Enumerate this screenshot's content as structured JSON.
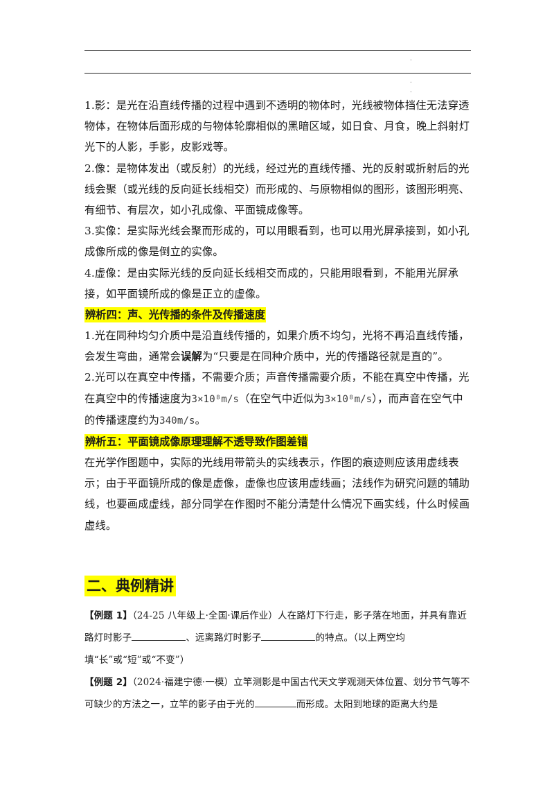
{
  "dots": [
    ".",
    ".",
    "."
  ],
  "para1": "1.影：是光在沿直线传播的过程中遇到不透明的物体时，光线被物体挡住无法穿透物体，在物体后面形成的与物体轮廓相似的黑暗区域，如日食、月食，晚上斜射灯光下的人影，手影，皮影戏等。",
  "para2": "2.像：是物体发出（或反射）的光线，经过光的直线传播、光的反射或折射后的光线会聚（或光线的反向延长线相交）而形成的、与原物相似的图形，该图形明亮、有细节、有层次，如小孔成像、平面镜成像等。",
  "para3": "3.实像：是实际光线会聚而形成的，可以用眼看到，也可以用光屏承接到，如小孔成像所成的像是倒立的实像。",
  "para4": "4.虚像：是由实际光线的反向延长线相交而成的，只能用眼看到，不能用光屏承接，如平面镜所成的像是正立的虚像。",
  "heading4": "辨析四：声、光传播的条件及传播速度",
  "p5a": "1.光在同种均匀介质中是沿直线传播的，如果介质不均匀，光将不再沿直线传播，会发生弯曲，通常会",
  "p5b": "误解",
  "p5c": "为“只要是在同种介质中，光的传播路径就是直的”。",
  "p6a": "2.光可以在真空中传播，不需要介质；声音传播需要介质，不能在真空中传播，光在真空中的传播速度为",
  "p6f1": "3×10⁸m/s",
  "p6b": "（在空气中近似为",
  "p6f2": "3×10⁸m/s",
  "p6c": "），而声音在空气中的传播速度约为",
  "p6f3": "340m/s",
  "p6d": "。",
  "heading5": "辨析五：平面镜成像原理理解不透导致作图差错",
  "para7": "在光学作图题中，实际的光线用带箭头的实线表示，作图的痕迹则应该用虚线表示；由于平面镜所成的像是虚像，虚像也应该用虚线画；法线作为研究问题的辅助线，也要画成虚线，部分同学在作图时不能分清楚什么情况下画实线，什么时候画虚线。",
  "section_title": "二、典例精讲",
  "ex1_label": "【例题 1】",
  "ex1_a": "（24-25 八年级上·全国·课后作业）人在路灯下行走，影子落在地面，并具有靠近路灯时影子",
  "ex1_b": "、远离路灯时影子",
  "ex1_c": "的特点。（以上两空均填“长”或“短”或“不变”）",
  "ex2_label": "【例题 2】",
  "ex2_a": "（2024·福建宁德·一模）立竿测影是中国古代天文学观测天体位置、划分节气等不可缺少的方法之一，立竿的影子由于光的",
  "ex2_b": "而形成。太阳到地球的距离大约是"
}
